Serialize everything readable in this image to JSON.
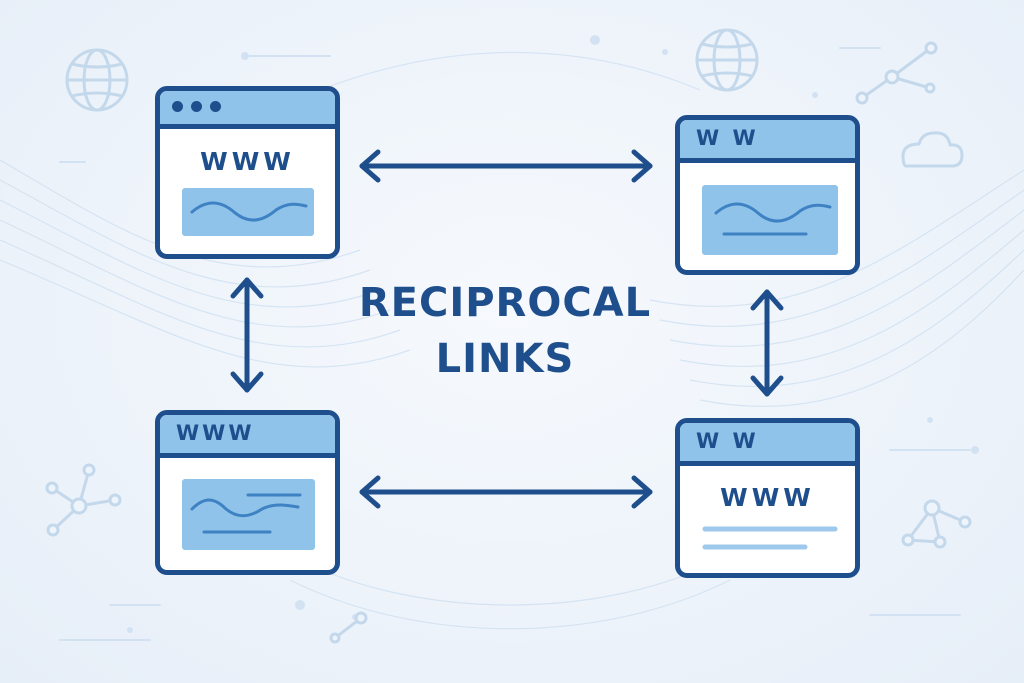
{
  "title": {
    "line1": "RECIPROCAL",
    "line2": "LINKS"
  },
  "windows": {
    "top_left": {
      "body_label": "WWW"
    },
    "top_right": {
      "bar_label": "W W"
    },
    "bottom_left": {
      "bar_label": "WWW"
    },
    "bottom_right": {
      "bar_label": "W W",
      "body_label": "WWW"
    }
  },
  "icons": [
    "globe-icon",
    "globe-icon",
    "cloud-icon",
    "network-icon",
    "network-icon",
    "network-icon",
    "network-icon"
  ],
  "colors": {
    "primary": "#1f4e8c",
    "accent": "#8fc3ea",
    "background": "#eef4fb",
    "decor": "#c4d8ec"
  }
}
